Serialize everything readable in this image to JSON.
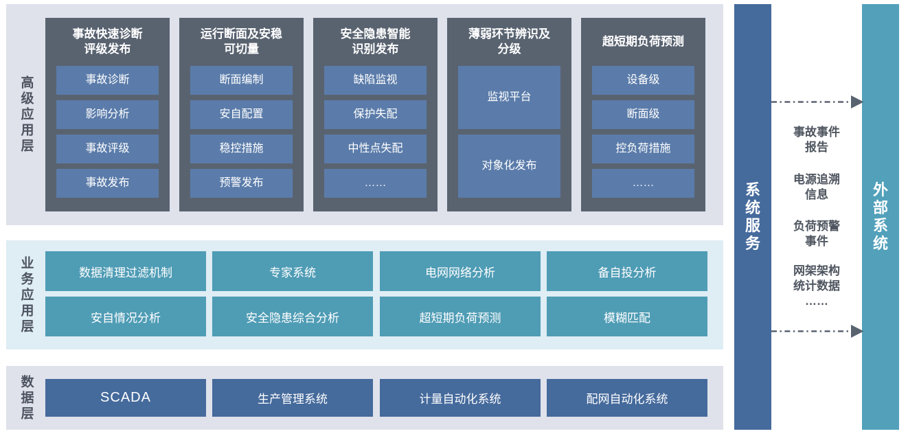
{
  "palette": {
    "page_bg": "#ffffff",
    "advanced_band_bg": "#dfe2eb",
    "business_band_bg": "#dfedf4",
    "data_band_bg": "#dfe2eb",
    "column_bg": "#596370",
    "module_item_bg": "#5b7caa",
    "business_box_bg": "#4f9cb5",
    "data_box_bg": "#456a9c",
    "system_bar_bg": "#456a9c",
    "external_bar_bg": "#52a0ba",
    "layer_label_color": "#4d5360",
    "exchange_text_color": "#4f5660",
    "arrow_color": "#596370",
    "box_text_color": "#ffffff"
  },
  "layers": {
    "advanced": {
      "label": "高级应用层",
      "columns": [
        {
          "title": "事故快速诊断\n评级发布",
          "items": [
            "事故诊断",
            "影响分析",
            "事故评级",
            "事故发布"
          ]
        },
        {
          "title": "运行断面及安稳\n可切量",
          "items": [
            "断面编制",
            "安自配置",
            "稳控措施",
            "预警发布"
          ]
        },
        {
          "title": "安全隐患智能\n识别发布",
          "items": [
            "缺陷监视",
            "保护失配",
            "中性点失配",
            "……"
          ]
        },
        {
          "title": "薄弱环节辨识及\n分级",
          "items": [
            "监视平台",
            "对象化发布"
          ]
        },
        {
          "title": "超短期负荷预测",
          "items": [
            "设备级",
            "断面级",
            "控负荷措施",
            "……"
          ]
        }
      ]
    },
    "business": {
      "label": "业务应用层",
      "rows": [
        [
          "数据清理过滤机制",
          "专家系统",
          "电网网络分析",
          "备自投分析"
        ],
        [
          "安自情况分析",
          "安全隐患综合分析",
          "超短期负荷预测",
          "模糊匹配"
        ]
      ]
    },
    "data": {
      "label": "数据层",
      "items": [
        "SCADA",
        "生产管理系统",
        "计量自动化系统",
        "配网自动化系统"
      ]
    }
  },
  "right": {
    "system_bar_label": "系统服务",
    "external_bar_label": "外部系统",
    "exchange_items": [
      "事故事件\n报告",
      "电源追溯\n信息",
      "负荷预警\n事件",
      "网架架构\n统计数据\n……"
    ]
  }
}
